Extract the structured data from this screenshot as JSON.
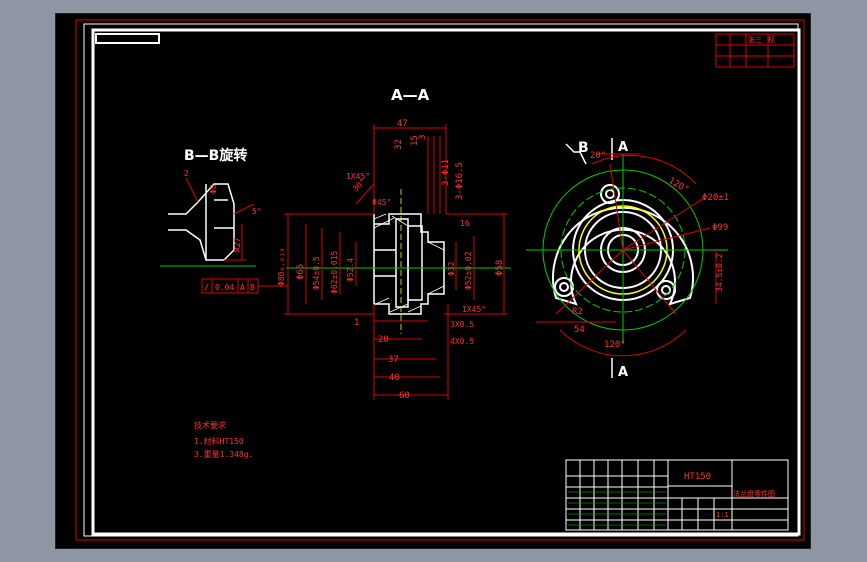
{
  "views": {
    "section_aa": "A—A",
    "section_bb": "B—B旋转",
    "view_label_b": "B",
    "view_label_a_top": "A",
    "view_label_a_bottom": "A"
  },
  "dims_aa": {
    "d47": "47",
    "d32": "32",
    "d15": "15",
    "d3": "3",
    "d3_phi11": "3-Φ11",
    "d3_phi165": "3-Φ16.5",
    "chamfer1": "1X45°",
    "chamfer2": "Φ45°",
    "chamfer3": "1X45°",
    "d16": "16",
    "phi80": "Φ80₀.₀₁₉",
    "phi65": "Φ65",
    "phi54": "Φ54±0.5",
    "phi62": "Φ62±0.015",
    "phi52": "Φ52.4",
    "phi32": "Φ32",
    "phi52b": "Φ52±0.02",
    "phi58": "Φ58",
    "d1": "1",
    "d20": "20",
    "d37": "37",
    "d40": "40",
    "d60": "60",
    "d3x05": "3X0.5",
    "d4x05": "4X0.5",
    "angle30": "30°"
  },
  "dims_bb": {
    "r2": "2",
    "phi8": "Φ8",
    "angle5": "5°",
    "r27": "R27"
  },
  "tolerance_frame": [
    "/",
    "0.04",
    "A",
    "B"
  ],
  "dims_right": {
    "angle20": "20°",
    "angle120_top": "120°",
    "angle120_bottom": "120°",
    "phi20": "Φ20±1",
    "phi99": "Φ99",
    "d345": "34.5±0.2",
    "d54": "54",
    "r2": "R2"
  },
  "notes": {
    "heading": "技术要求",
    "line1": "1.材料HT150",
    "line2": "3.重量1.348g."
  },
  "title_block": {
    "material": "HT150",
    "part_name": "法兰盘零件图",
    "scale": "1:1"
  },
  "corner_table": {
    "cell1": "张三",
    "cell2": "标"
  }
}
